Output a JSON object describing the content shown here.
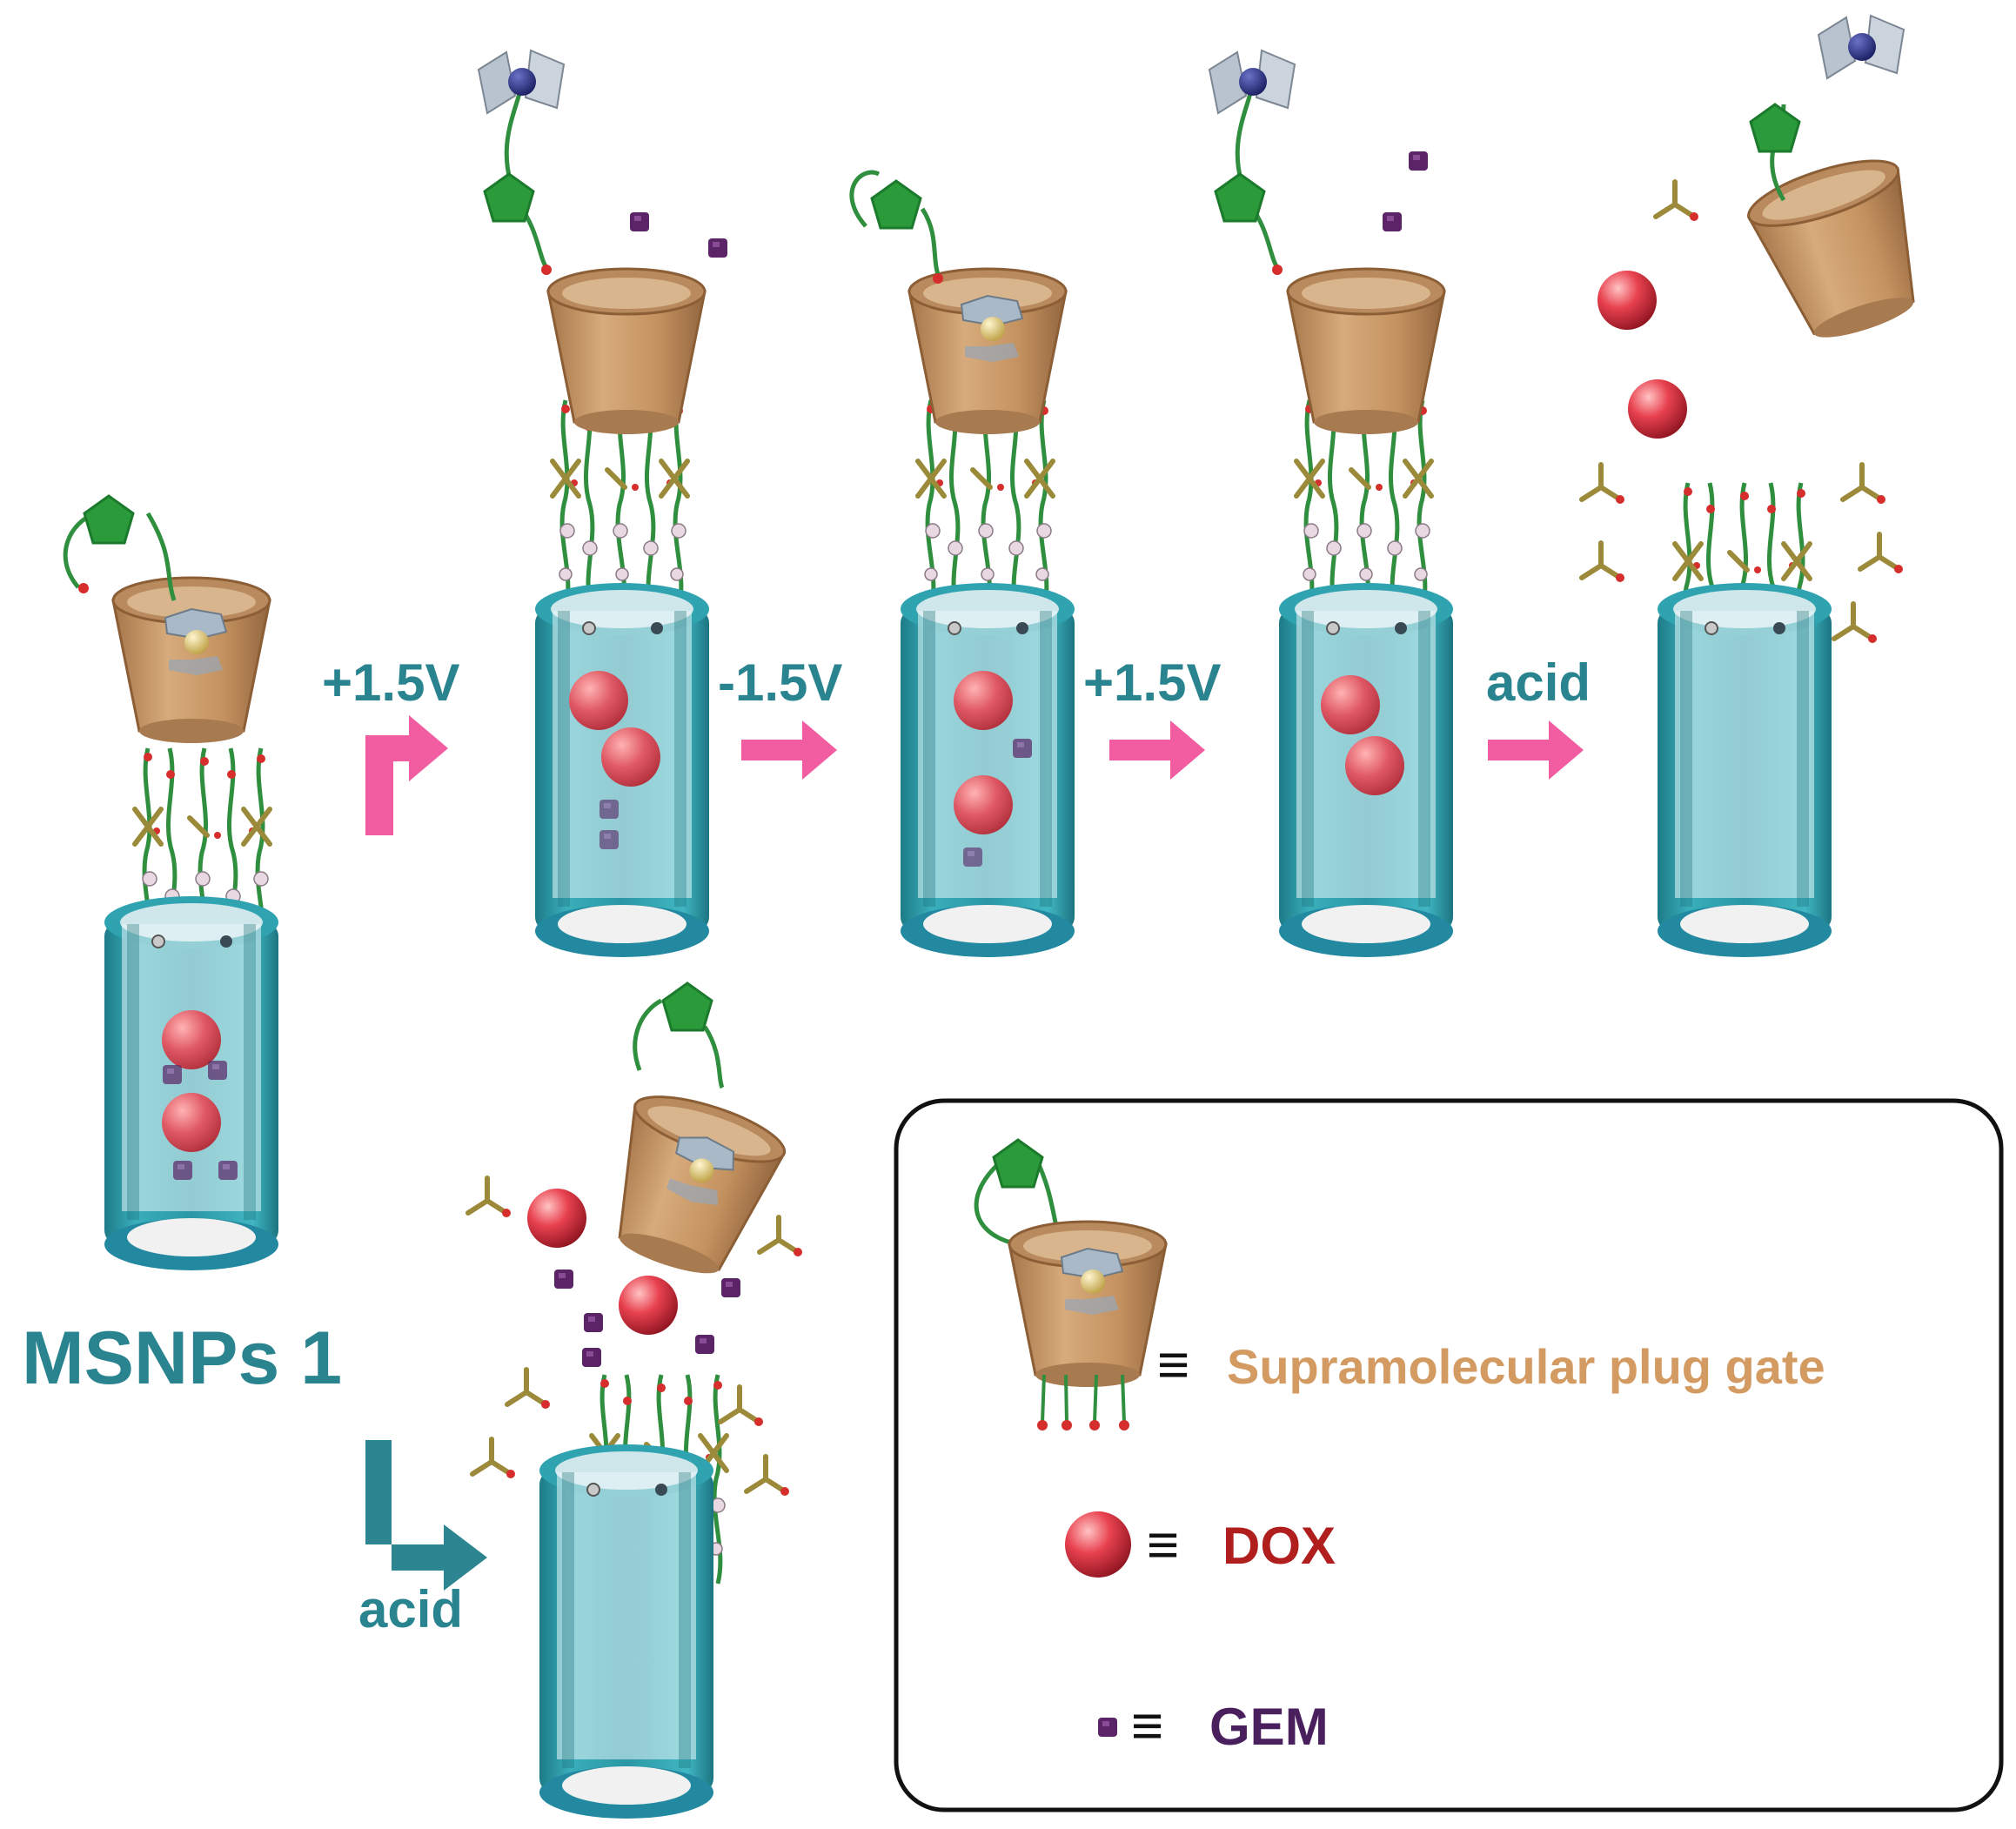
{
  "labels": {
    "start": "MSNPs 1",
    "step1": "+1.5V",
    "step2": "-1.5V",
    "step3": "+1.5V",
    "step4": "acid",
    "branch": "acid"
  },
  "legend": {
    "gate": "Supramolecular plug gate",
    "dox": "DOX",
    "gem": "GEM",
    "equiv": "≡"
  },
  "colors": {
    "tube": "#2a96a2",
    "tube_dark": "#1f7c87",
    "tube_inner": "#cfe9ec",
    "cup": "#c9996a",
    "cup_dark": "#9c7048",
    "ring": "#279c3b",
    "ring_stroke": "#1c7a2c",
    "dox": "#d92b3a",
    "dox_light": "#ff9a9a",
    "gem": "#5a2466",
    "arrow_pink": "#f15da0",
    "arrow_teal": "#2c8590",
    "label_teal": "#2a8490",
    "gate_text": "#d39a62",
    "dox_text": "#b01e1e",
    "gem_text": "#4a1f5e",
    "acid": "#9c8a3a"
  }
}
